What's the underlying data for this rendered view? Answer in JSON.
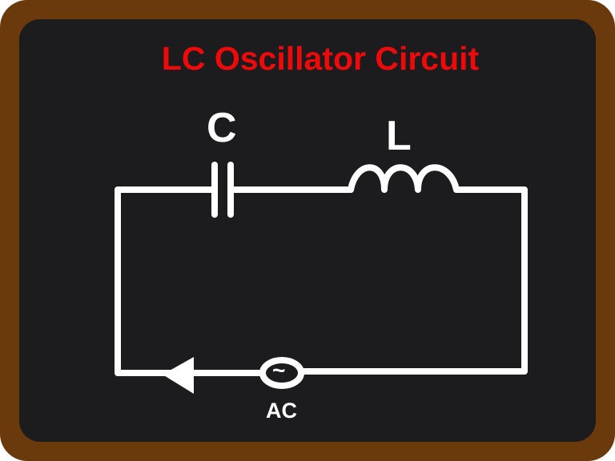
{
  "title": "LC Oscillator Circuit",
  "labels": {
    "capacitor": "C",
    "inductor": "L",
    "source": "AC",
    "source_symbol": "~"
  },
  "colors": {
    "frame": "#6a3a0c",
    "board": "#1c1c1e",
    "title": "#ee0a0a",
    "wire": "#ffffff"
  }
}
